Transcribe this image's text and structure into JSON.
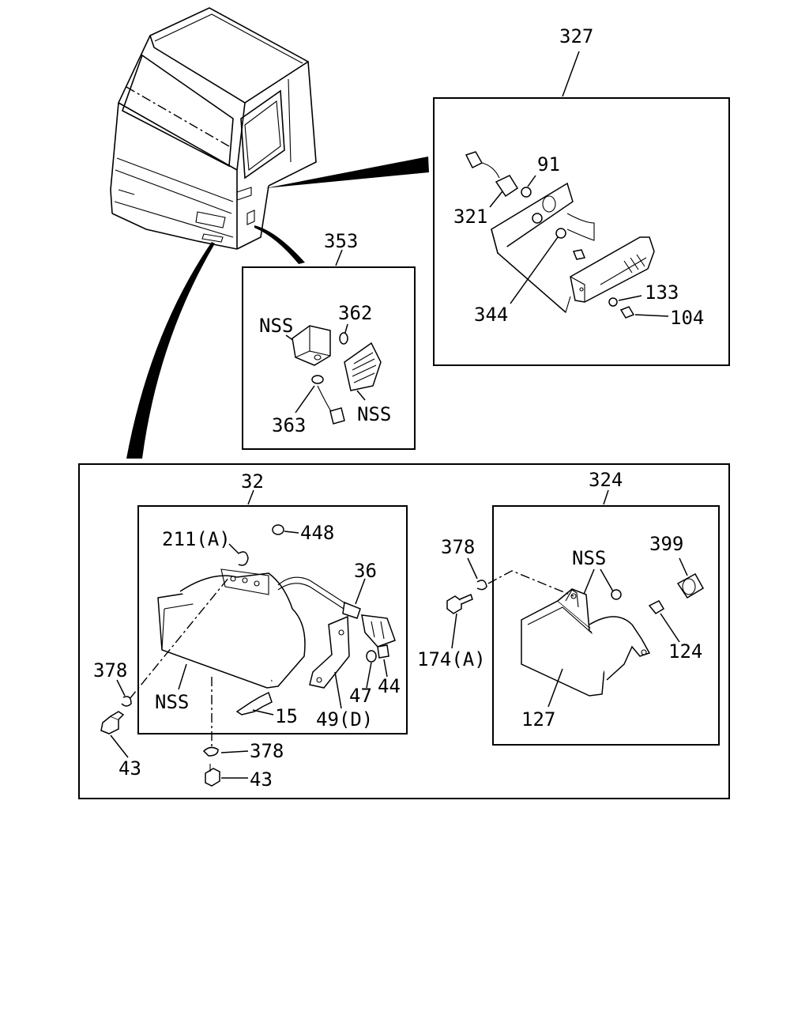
{
  "labels": {
    "p327": "327",
    "p91": "91",
    "p321": "321",
    "p344": "344",
    "p133": "133",
    "p104": "104",
    "p353": "353",
    "p362": "362",
    "p363": "363",
    "nss_353a": "NSS",
    "nss_353b": "NSS",
    "p32": "32",
    "p211a": "211(A)",
    "p448": "448",
    "p36": "36",
    "p378a": "378",
    "nss_32": "NSS",
    "p15": "15",
    "p47": "47",
    "p44": "44",
    "p49d": "49(D)",
    "p43a": "43",
    "p378b": "378",
    "p43b": "43",
    "p324": "324",
    "p378c": "378",
    "p174a": "174(A)",
    "nss_324": "NSS",
    "p399": "399",
    "p124": "124",
    "p127": "127"
  }
}
